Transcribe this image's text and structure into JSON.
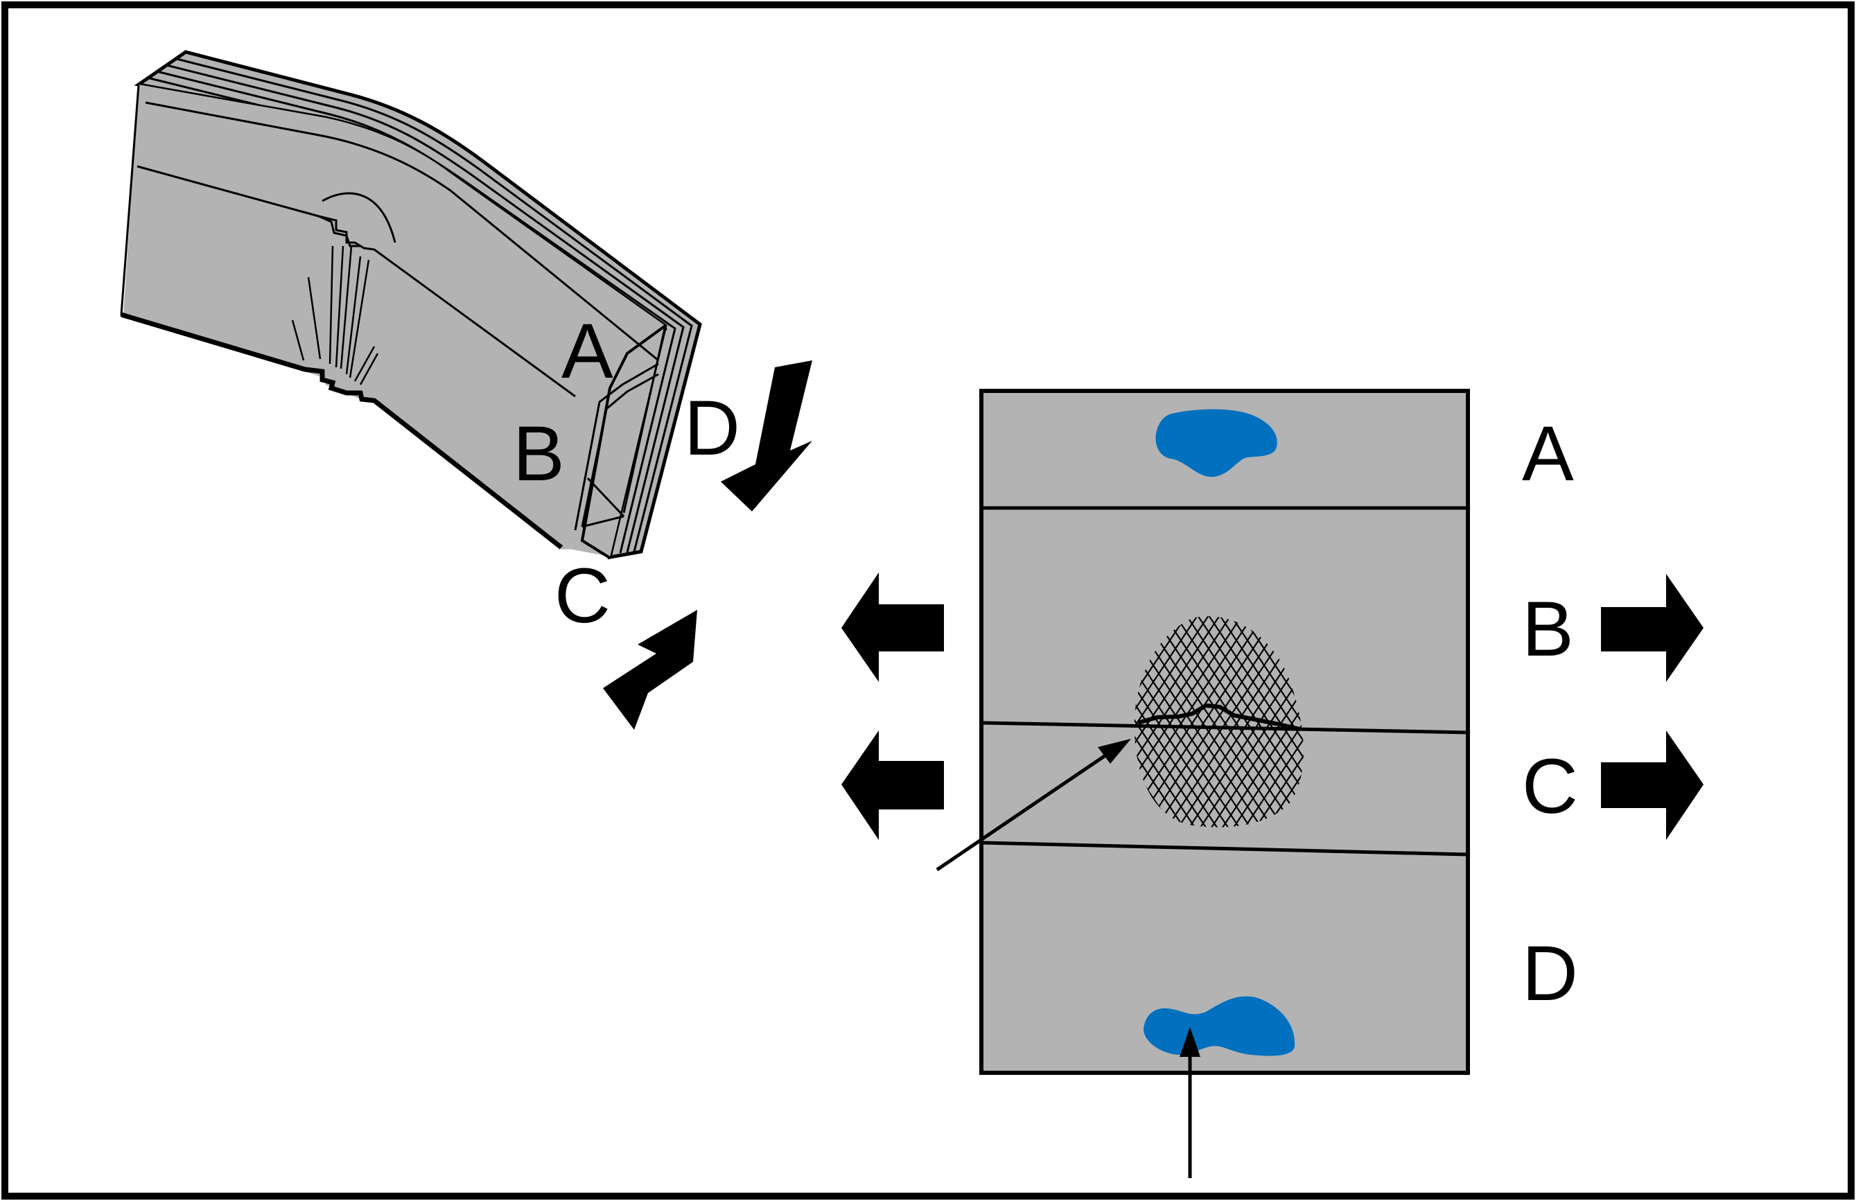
{
  "colors": {
    "frame": "#000000",
    "surface_gray": "#b3b3b3",
    "fluid_blue": "#0070bf",
    "background": "#ffffff"
  },
  "perspective_view": {
    "labels": {
      "a": "A",
      "b": "B",
      "c": "C",
      "d": "D"
    }
  },
  "panel_view": {
    "strip_labels": [
      "A",
      "B",
      "C",
      "D"
    ]
  }
}
